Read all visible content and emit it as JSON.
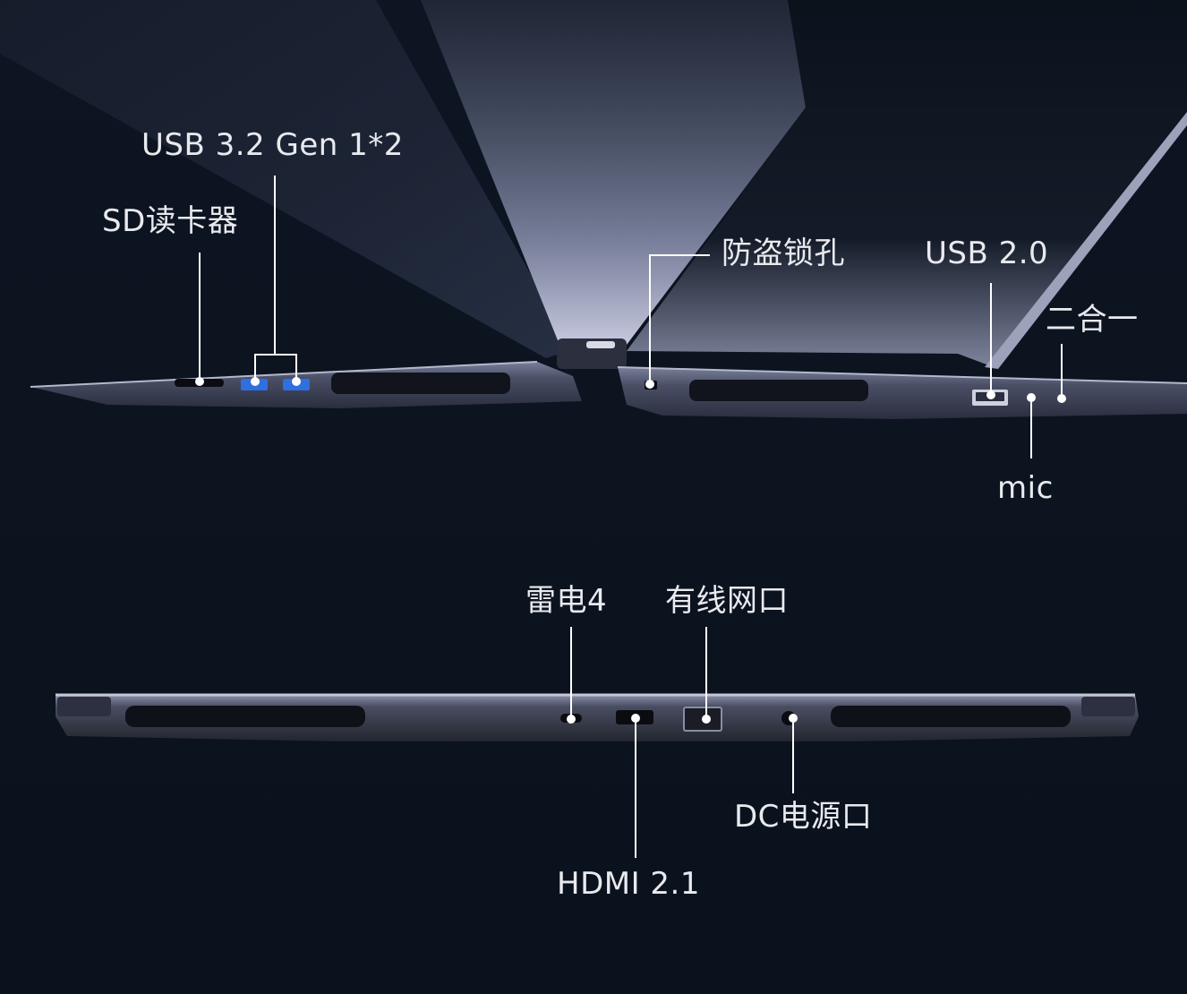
{
  "colors": {
    "background": "#0c1420",
    "chassis": "#3a3f56",
    "chassis_edge": "#8e93ad",
    "usb_port_blue": "#2f6fe0",
    "label_text": "#e8eaee",
    "leader_line": "#ffffff"
  },
  "labels": {
    "sd_reader": "SD读卡器",
    "usb32": "USB 3.2 Gen 1*2",
    "lock_slot": "防盗锁孔",
    "usb20": "USB 2.0",
    "combo_jack": "二合一",
    "mic": "mic",
    "thunderbolt": "雷电4",
    "ethernet": "有线网口",
    "dc_power": "DC电源口",
    "hdmi": "HDMI 2.1"
  }
}
